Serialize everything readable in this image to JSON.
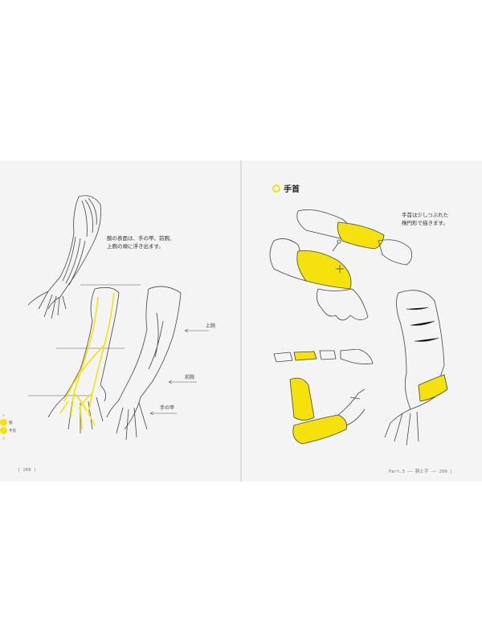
{
  "colors": {
    "accent": "#f5e20c",
    "paper": "#f4f4f4",
    "ink": "#333333"
  },
  "left_page": {
    "caption": "腕の表面は、手の甲、前腕、\n上腕の順に浮き出ます。",
    "labels": {
      "upper_arm": "上腕",
      "forearm": "前腕",
      "hand_back": "手の甲"
    },
    "side_tabs": {
      "active": "腕",
      "next": "手首"
    },
    "folio": "| 208 |"
  },
  "right_page": {
    "section_title": "手首",
    "caption": "手首は少しつぶれた\n楕円形で描きます。",
    "folio_part": "Part.3",
    "folio_chapter": "腕と手",
    "folio_page": "209 |"
  }
}
